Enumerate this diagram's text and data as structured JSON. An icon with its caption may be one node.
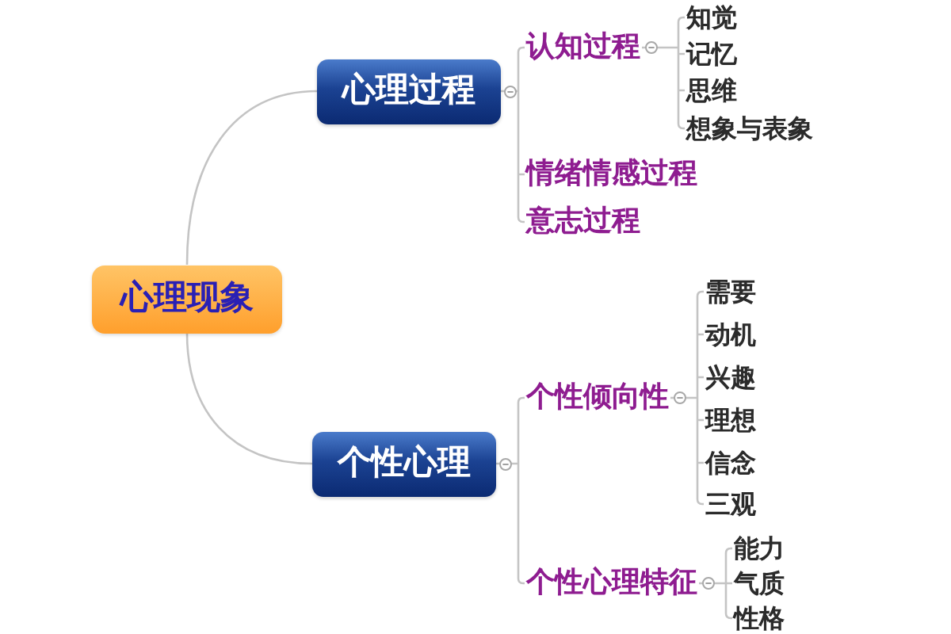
{
  "diagram": {
    "nodes": [
      {
        "text": [
          "心理现象"
        ]
      },
      {
        "text": [
          "心理过程"
        ]
      },
      {
        "text": [
          "个性心理"
        ]
      },
      {
        "text": [
          "认知过程"
        ]
      },
      {
        "text": [
          "情绪情感过程"
        ]
      },
      {
        "text": [
          "意志过程"
        ]
      },
      {
        "text": [
          "知觉"
        ]
      },
      {
        "text": [
          "记忆"
        ]
      },
      {
        "text": [
          "思维"
        ]
      },
      {
        "text": [
          "想象与表象"
        ]
      },
      {
        "text": [
          "个性倾向性"
        ]
      },
      {
        "text": [
          "个性心理特征"
        ]
      },
      {
        "text": [
          "需要"
        ]
      },
      {
        "text": [
          "动机"
        ]
      },
      {
        "text": [
          "兴趣"
        ]
      },
      {
        "text": [
          "理想"
        ]
      },
      {
        "text": [
          "信念"
        ]
      },
      {
        "text": [
          "三观"
        ]
      },
      {
        "text": [
          "能力"
        ]
      },
      {
        "text": [
          "气质"
        ]
      },
      {
        "text": [
          "性格"
        ]
      }
    ],
    "edges": [
      {
        "from": 0,
        "to": 1,
        "arrow": "none"
      },
      {
        "from": 0,
        "to": 2,
        "arrow": "none"
      },
      {
        "from": 1,
        "to": 3,
        "arrow": "none"
      },
      {
        "from": 1,
        "to": 4,
        "arrow": "none"
      },
      {
        "from": 1,
        "to": 5,
        "arrow": "none"
      },
      {
        "from": 3,
        "to": 6,
        "arrow": "none"
      },
      {
        "from": 3,
        "to": 7,
        "arrow": "none"
      },
      {
        "from": 3,
        "to": 8,
        "arrow": "none"
      },
      {
        "from": 3,
        "to": 9,
        "arrow": "none"
      },
      {
        "from": 2,
        "to": 10,
        "arrow": "none"
      },
      {
        "from": 2,
        "to": 11,
        "arrow": "none"
      },
      {
        "from": 10,
        "to": 12,
        "arrow": "none"
      },
      {
        "from": 10,
        "to": 13,
        "arrow": "none"
      },
      {
        "from": 10,
        "to": 14,
        "arrow": "none"
      },
      {
        "from": 10,
        "to": 15,
        "arrow": "none"
      },
      {
        "from": 10,
        "to": 16,
        "arrow": "none"
      },
      {
        "from": 10,
        "to": 17,
        "arrow": "none"
      },
      {
        "from": 11,
        "to": 18,
        "arrow": "none"
      },
      {
        "from": 11,
        "to": 19,
        "arrow": "none"
      },
      {
        "from": 11,
        "to": 20,
        "arrow": "none"
      }
    ]
  }
}
